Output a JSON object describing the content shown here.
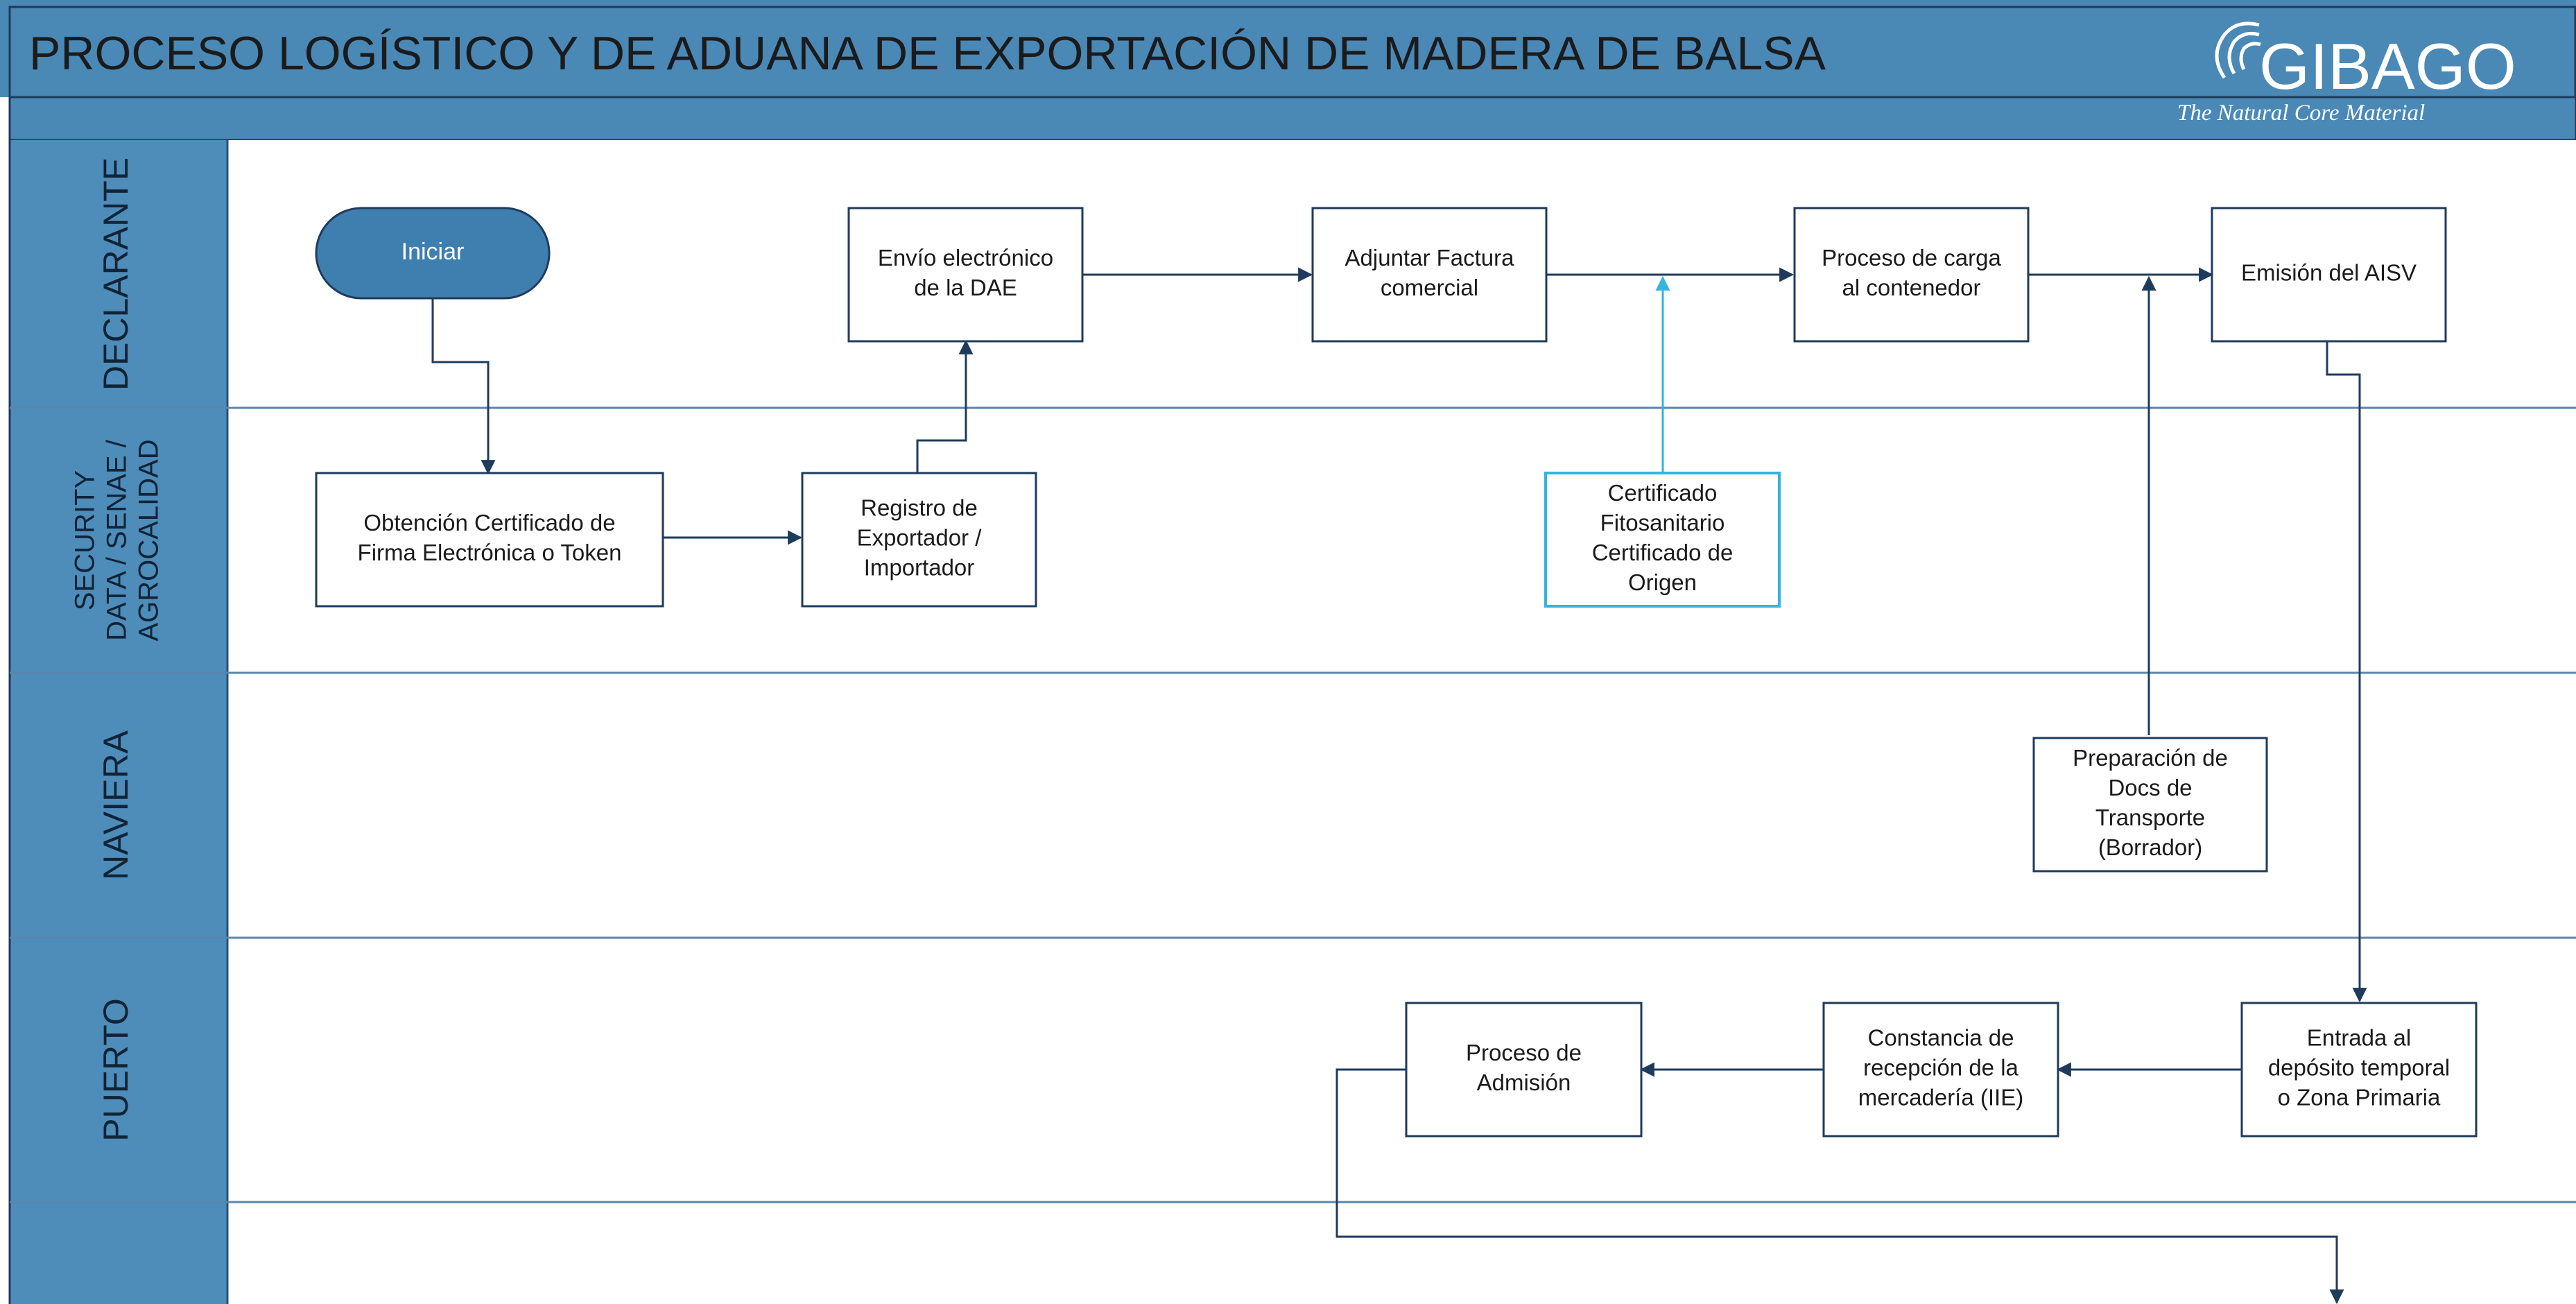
{
  "title": "PROCESO LOGÍSTICO Y DE ADUANA DE EXPORTACIÓN DE MADERA DE BALSA",
  "logo": {
    "name": "GIBAGO",
    "tagline": "The Natural Core Material"
  },
  "colors": {
    "header": "#4a88b6",
    "lane_label": "#4e8cba",
    "node_border": "#1f3b5c",
    "highlight_border": "#34b4de",
    "arrow": "#1f3b5c",
    "start_fill": "#3f7fb0"
  },
  "lanes": [
    {
      "id": "declarante",
      "lines": [
        "DECLARANTE"
      ]
    },
    {
      "id": "security",
      "lines": [
        "SECURITY",
        "DATA / SENAE /",
        "AGROCALIDAD"
      ]
    },
    {
      "id": "naviera",
      "lines": [
        "NAVIERA"
      ]
    },
    {
      "id": "puerto",
      "lines": [
        "PUERTO"
      ]
    },
    {
      "id": "extra",
      "lines": []
    }
  ],
  "nodes": [
    {
      "id": "iniciar",
      "shape": "terminator",
      "lines": [
        "Iniciar"
      ]
    },
    {
      "id": "envio_dae",
      "lines": [
        "Envío electrónico",
        "de la DAE"
      ]
    },
    {
      "id": "adjuntar_factura",
      "lines": [
        "Adjuntar Factura",
        "comercial"
      ]
    },
    {
      "id": "proceso_carga",
      "lines": [
        "Proceso de carga",
        "al contenedor"
      ]
    },
    {
      "id": "emision_aisv",
      "lines": [
        "Emisión del AISV"
      ]
    },
    {
      "id": "obtencion_certificado",
      "lines": [
        "Obtención Certificado de",
        "Firma Electrónica o Token"
      ]
    },
    {
      "id": "registro_exportador",
      "lines": [
        "Registro de",
        "Exportador /",
        "Importador"
      ]
    },
    {
      "id": "certificado_fito",
      "highlight": true,
      "lines": [
        "Certificado",
        "Fitosanitario",
        "Certificado de",
        "Origen"
      ]
    },
    {
      "id": "preparacion_docs",
      "lines": [
        "Preparación de",
        "Docs de",
        "Transporte",
        "(Borrador)"
      ]
    },
    {
      "id": "proceso_admision",
      "lines": [
        "Proceso de",
        "Admisión"
      ]
    },
    {
      "id": "constancia_recepcion",
      "lines": [
        "Constancia de",
        "recepción de la",
        "mercadería (IIE)"
      ]
    },
    {
      "id": "entrada_deposito",
      "lines": [
        "Entrada al",
        "depósito temporal",
        "o Zona Primaria"
      ]
    }
  ]
}
